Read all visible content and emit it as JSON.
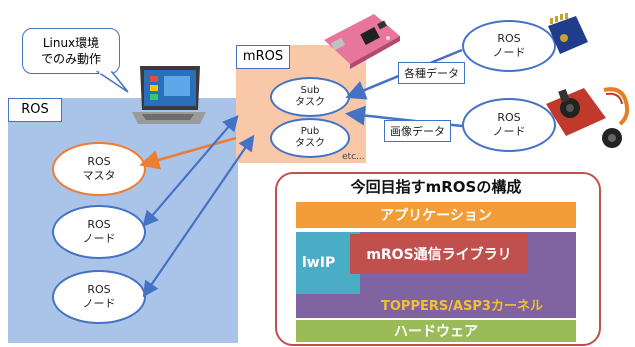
{
  "callout": {
    "line1": "Linux環境",
    "line2": "でのみ動作"
  },
  "ros_panel": {
    "title": "ROS"
  },
  "ros_master": {
    "line1": "ROS",
    "line2": "マスタ"
  },
  "ros_node_left_1": {
    "line1": "ROS",
    "line2": "ノード"
  },
  "ros_node_left_2": {
    "line1": "ROS",
    "line2": "ノード"
  },
  "mros_panel": {
    "title": "mROS"
  },
  "sub_task": {
    "line1": "Sub",
    "line2": "タスク"
  },
  "pub_task": {
    "line1": "Pub",
    "line2": "タスク"
  },
  "etc_label": "etc...",
  "ros_node_right_1": {
    "line1": "ROS",
    "line2": "ノード"
  },
  "ros_node_right_2": {
    "line1": "ROS",
    "line2": "ノード"
  },
  "edge_label_data": "各種データ",
  "edge_label_image": "画像データ",
  "arch": {
    "title": "今回目指すmROSの構成",
    "application": "アプリケーション",
    "lib": "mROS通信ライブラリ",
    "lwip": "lwIP",
    "rtos": "TOPPERS/ASP3カーネル",
    "hardware": "ハードウェア"
  },
  "colors": {
    "ros_panel": "#a9c4e8",
    "mros_panel": "#f8c8a8",
    "orange": "#ed7d31",
    "blue": "#4472c4",
    "arch_border": "#c0504d",
    "application": "#f29d38",
    "lib": "#c0504d",
    "lwip": "#4bacc6",
    "rtos": "#8064a2",
    "hardware": "#9bbb59"
  }
}
